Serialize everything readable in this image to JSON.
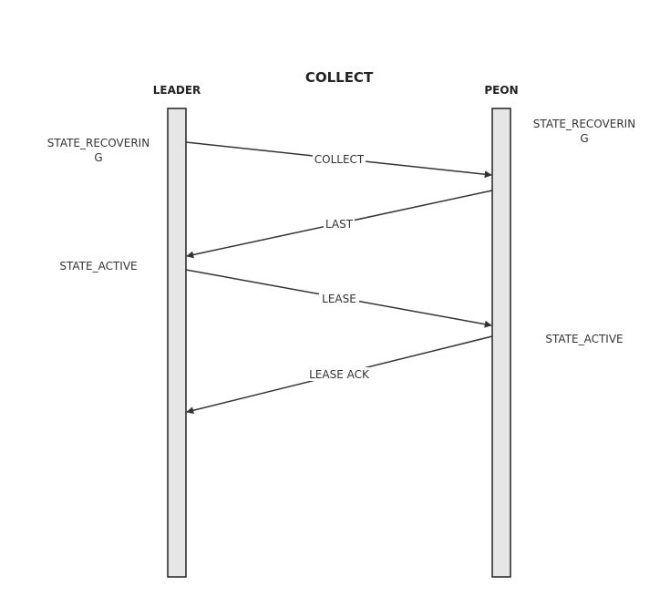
{
  "diagram": {
    "title": "COLLECT",
    "participants": {
      "leader": {
        "name": "LEADER"
      },
      "peon": {
        "name": "PEON"
      }
    },
    "states": {
      "leader_recovering": [
        "STATE_RECOVERIN",
        "G"
      ],
      "peon_recovering": [
        "STATE_RECOVERIN",
        "G"
      ],
      "leader_active": "STATE_ACTIVE",
      "peon_active": "STATE_ACTIVE"
    },
    "messages": [
      {
        "from": "leader",
        "to": "peon",
        "label": "COLLECT"
      },
      {
        "from": "peon",
        "to": "leader",
        "label": "LAST"
      },
      {
        "from": "leader",
        "to": "peon",
        "label": "LEASE"
      },
      {
        "from": "peon",
        "to": "leader",
        "label": "LEASE ACK"
      }
    ],
    "colors": {
      "lifeline_fill": "#e6e6e6",
      "stroke": "#222222"
    }
  }
}
